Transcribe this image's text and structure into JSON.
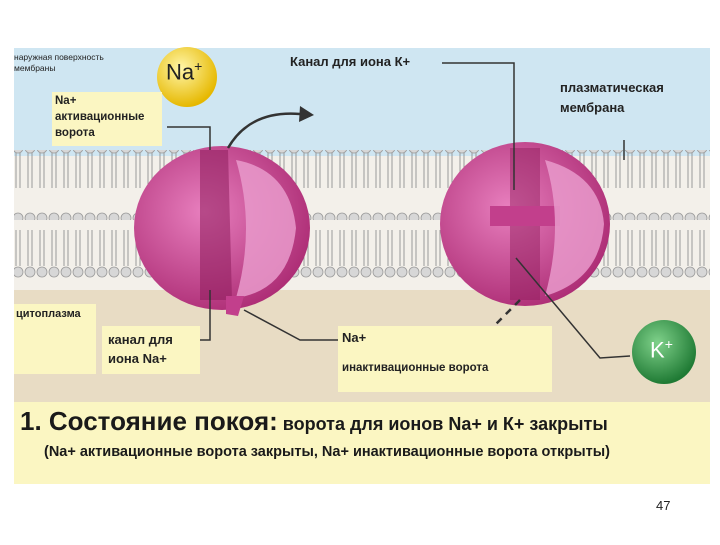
{
  "labels": {
    "outer_surface": [
      "наружная поверхность",
      "мембраны"
    ],
    "na_ion": "Na",
    "na_ion_charge": "+",
    "na_activation_gate": [
      "Na+",
      "активационные",
      "ворота"
    ],
    "k_channel": "Канал для иона К+",
    "plasma_membrane": [
      "плазматическая",
      "мембрана"
    ],
    "cytoplasm": "цитоплазма",
    "na_channel": [
      "канал для",
      "иона Na+"
    ],
    "na_inactivation_gate": [
      "Na+",
      "инактивационные ворота"
    ],
    "k_ion": "K",
    "k_ion_charge": "+"
  },
  "caption": {
    "title": "1. Состояние покоя:",
    "title_rest": " ворота для ионов Na+ и К+ закрыты",
    "subtitle": "(Na+ активационные ворота закрыты, Na+ инактивационные ворота открыты)"
  },
  "page_number": "47",
  "colors": {
    "extracellular": "#cfe6f2",
    "cytoplasm": "#e8dcc4",
    "channel": "#c23f8c",
    "na_ion": "#f2d22a",
    "k_ion": "#3a9a4a",
    "label_box": "#fbf6c2"
  }
}
